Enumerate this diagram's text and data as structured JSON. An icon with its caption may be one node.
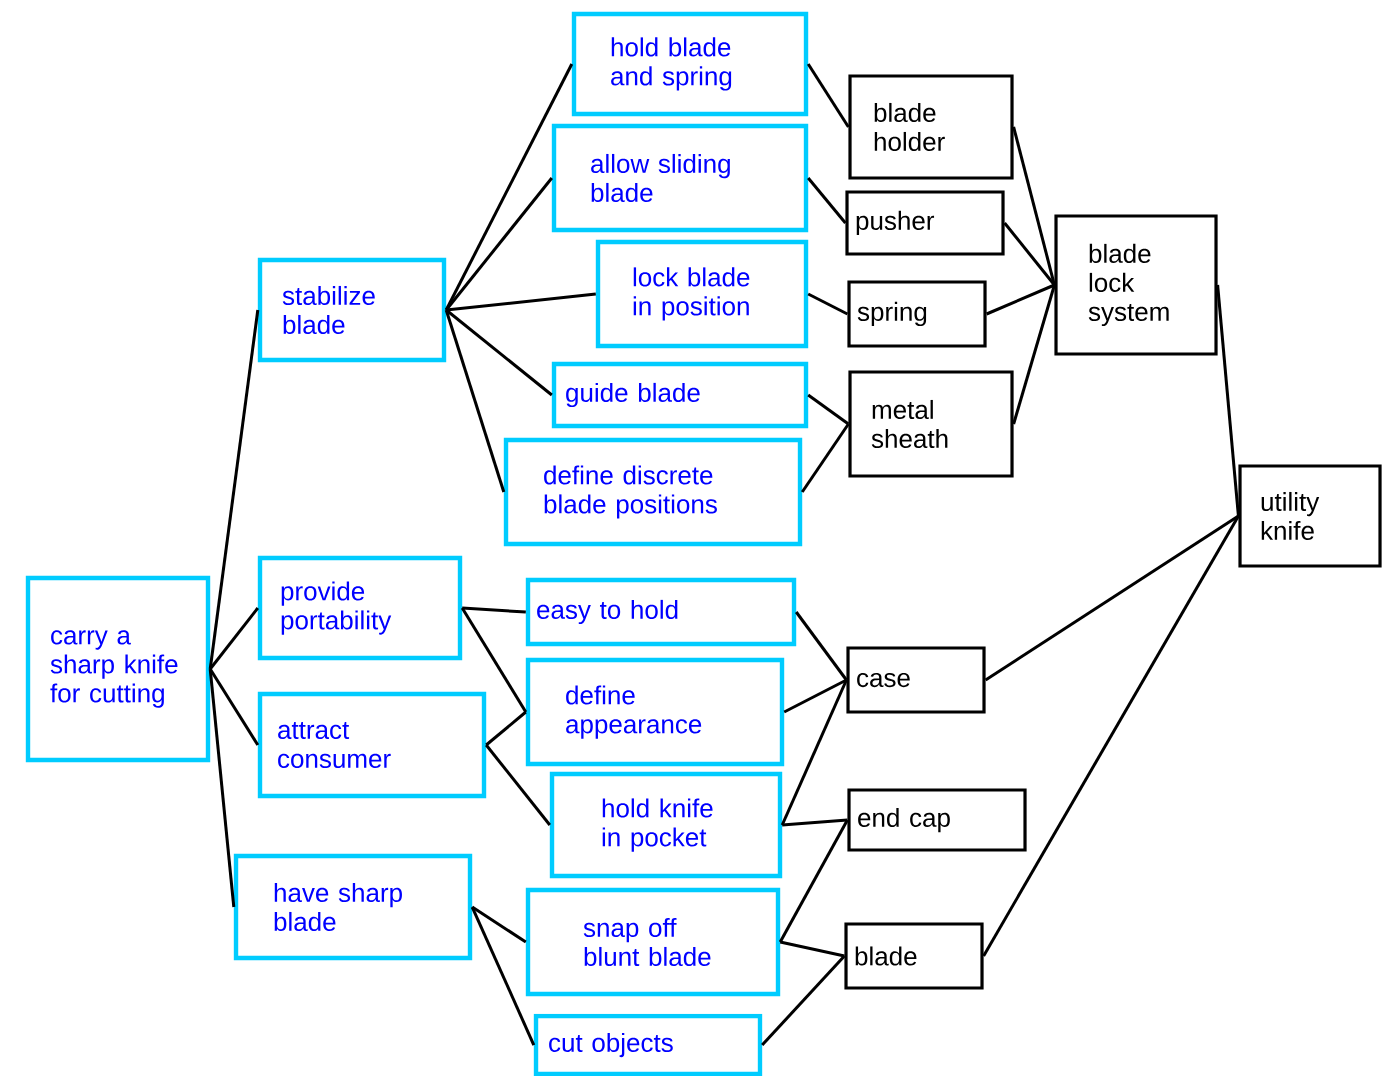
{
  "diagram": {
    "nodes": [
      {
        "text": [
          "carry a sharp knife for cutting"
        ]
      },
      {
        "text": [
          "stabilize blade"
        ]
      },
      {
        "text": [
          "provide portability"
        ]
      },
      {
        "text": [
          "attract consumer"
        ]
      },
      {
        "text": [
          "have sharp blade"
        ]
      },
      {
        "text": [
          "hold blade and spring"
        ]
      },
      {
        "text": [
          "allow sliding blade"
        ]
      },
      {
        "text": [
          "lock blade in position"
        ]
      },
      {
        "text": [
          "guide blade"
        ]
      },
      {
        "text": [
          "define discrete blade positions"
        ]
      },
      {
        "text": [
          "easy to hold"
        ]
      },
      {
        "text": [
          "define appearance"
        ]
      },
      {
        "text": [
          "hold knife in pocket"
        ]
      },
      {
        "text": [
          "snap off blunt blade"
        ]
      },
      {
        "text": [
          "cut objects"
        ]
      },
      {
        "text": [
          "blade holder"
        ]
      },
      {
        "text": [
          "pusher"
        ]
      },
      {
        "text": [
          "spring"
        ]
      },
      {
        "text": [
          "metal sheath"
        ]
      },
      {
        "text": [
          "blade lock system"
        ]
      },
      {
        "text": [
          "utility knife"
        ]
      },
      {
        "text": [
          "case"
        ]
      },
      {
        "text": [
          "end cap"
        ]
      },
      {
        "text": [
          "blade"
        ]
      }
    ],
    "edges": [
      {
        "from": 0,
        "to": 1,
        "arrow": "none"
      },
      {
        "from": 0,
        "to": 2,
        "arrow": "none"
      },
      {
        "from": 0,
        "to": 3,
        "arrow": "none"
      },
      {
        "from": 0,
        "to": 4,
        "arrow": "none"
      },
      {
        "from": 1,
        "to": 5,
        "arrow": "none"
      },
      {
        "from": 1,
        "to": 6,
        "arrow": "none"
      },
      {
        "from": 1,
        "to": 7,
        "arrow": "none"
      },
      {
        "from": 1,
        "to": 8,
        "arrow": "none"
      },
      {
        "from": 1,
        "to": 9,
        "arrow": "none"
      },
      {
        "from": 2,
        "to": 10,
        "arrow": "none"
      },
      {
        "from": 2,
        "to": 11,
        "arrow": "none"
      },
      {
        "from": 3,
        "to": 11,
        "arrow": "none"
      },
      {
        "from": 3,
        "to": 12,
        "arrow": "none"
      },
      {
        "from": 4,
        "to": 13,
        "arrow": "none"
      },
      {
        "from": 4,
        "to": 14,
        "arrow": "none"
      },
      {
        "from": 5,
        "to": 15,
        "arrow": "none"
      },
      {
        "from": 6,
        "to": 16,
        "arrow": "none"
      },
      {
        "from": 7,
        "to": 17,
        "arrow": "none"
      },
      {
        "from": 8,
        "to": 18,
        "arrow": "none"
      },
      {
        "from": 9,
        "to": 18,
        "arrow": "none"
      },
      {
        "from": 15,
        "to": 19,
        "arrow": "none"
      },
      {
        "from": 16,
        "to": 19,
        "arrow": "none"
      },
      {
        "from": 17,
        "to": 19,
        "arrow": "none"
      },
      {
        "from": 18,
        "to": 19,
        "arrow": "none"
      },
      {
        "from": 19,
        "to": 20,
        "arrow": "none"
      },
      {
        "from": 10,
        "to": 21,
        "arrow": "none"
      },
      {
        "from": 11,
        "to": 21,
        "arrow": "none"
      },
      {
        "from": 12,
        "to": 21,
        "arrow": "none"
      },
      {
        "from": 12,
        "to": 22,
        "arrow": "none"
      },
      {
        "from": 13,
        "to": 22,
        "arrow": "none"
      },
      {
        "from": 13,
        "to": 23,
        "arrow": "none"
      },
      {
        "from": 14,
        "to": 23,
        "arrow": "none"
      },
      {
        "from": 21,
        "to": 20,
        "arrow": "none"
      },
      {
        "from": 23,
        "to": 20,
        "arrow": "none"
      }
    ]
  }
}
